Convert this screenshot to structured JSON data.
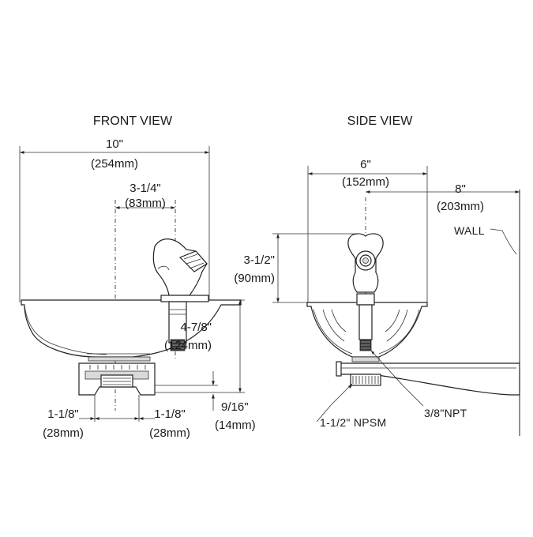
{
  "views": {
    "front": {
      "title": "FRONT VIEW",
      "overall_width": {
        "imperial": "10\"",
        "metric": "(254mm)"
      },
      "bubbler_offset": {
        "imperial": "3-1/4\"",
        "metric": "(83mm)"
      },
      "bowl_depth": {
        "imperial": "4-7/8\"",
        "metric": "(124mm)"
      },
      "drain_left": {
        "imperial": "1-1/8\"",
        "metric": "(28mm)"
      },
      "drain_right": {
        "imperial": "1-1/8\"",
        "metric": "(28mm)"
      },
      "drain_height": {
        "imperial": "9/16\"",
        "metric": "(14mm)"
      }
    },
    "side": {
      "title": "SIDE VIEW",
      "bowl_width": {
        "imperial": "6\"",
        "metric": "(152mm)"
      },
      "wall_projection": {
        "imperial": "8\"",
        "metric": "(203mm)"
      },
      "bubbler_height": {
        "imperial": "3-1/2\"",
        "metric": "(90mm)"
      },
      "wall_label": "WALL",
      "drain_connection": "1-1/2\" NPSM",
      "supply_connection": "3/8\"NPT"
    }
  }
}
